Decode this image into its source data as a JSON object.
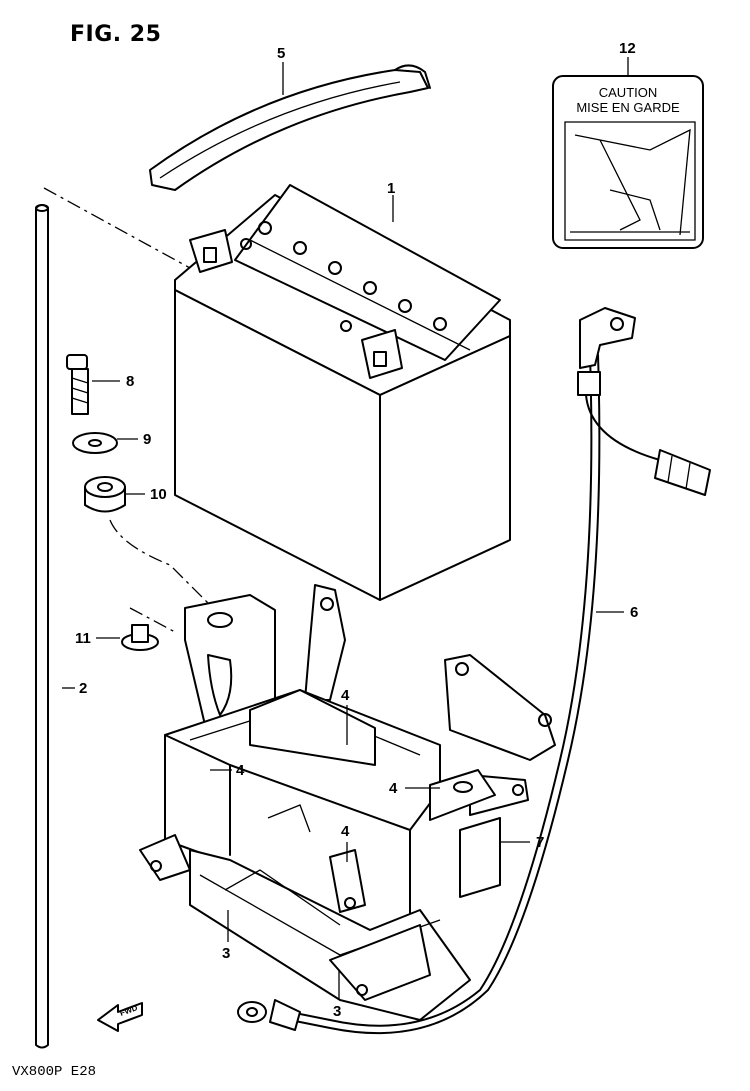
{
  "figure": {
    "title": "FIG. 25",
    "model_code": "VX800P  E28"
  },
  "callouts": {
    "c1": "1",
    "c2": "2",
    "c3a": "3",
    "c3b": "3",
    "c4a": "4",
    "c4b": "4",
    "c4c": "4",
    "c4d": "4",
    "c5": "5",
    "c6": "6",
    "c7": "7",
    "c8": "8",
    "c9": "9",
    "c10": "10",
    "c11": "11",
    "c12": "12"
  },
  "caution_label": {
    "line1": "CAUTION",
    "line2": "MISE EN GARDE"
  },
  "fwd_marker": {
    "text": "FWD"
  }
}
